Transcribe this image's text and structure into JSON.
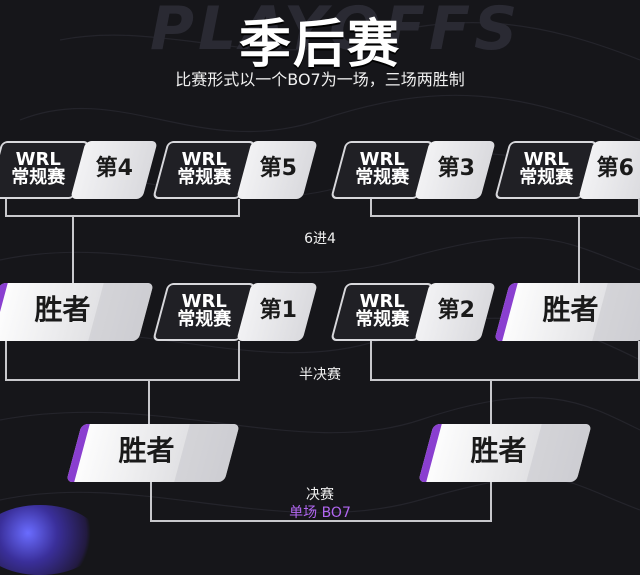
{
  "header": {
    "title": "季后赛",
    "subtitle": "比赛形式以一个BO7为一场，三场两胜制",
    "bg_word": "PLAYOFFS"
  },
  "bracket": {
    "first_round": [
      {
        "source": "WRL\n常规赛",
        "rank": "第4"
      },
      {
        "source": "WRL\n常规赛",
        "rank": "第5"
      },
      {
        "source": "WRL\n常规赛",
        "rank": "第3"
      },
      {
        "source": "WRL\n常规赛",
        "rank": "第6"
      }
    ],
    "round1_label": "6进4",
    "semis": {
      "left_winner": "胜者",
      "left_seed": {
        "source": "WRL\n常规赛",
        "rank": "第1"
      },
      "right_seed": {
        "source": "WRL\n常规赛",
        "rank": "第2"
      },
      "right_winner": "胜者"
    },
    "semis_label": "半决赛",
    "finals": {
      "left_winner": "胜者",
      "right_winner": "胜者"
    },
    "finals_label": "决赛",
    "finals_note": "单场 BO7"
  },
  "colors": {
    "background": "#16161a",
    "accent_purple": "#a24ddc",
    "line": "#c8c8cc"
  }
}
